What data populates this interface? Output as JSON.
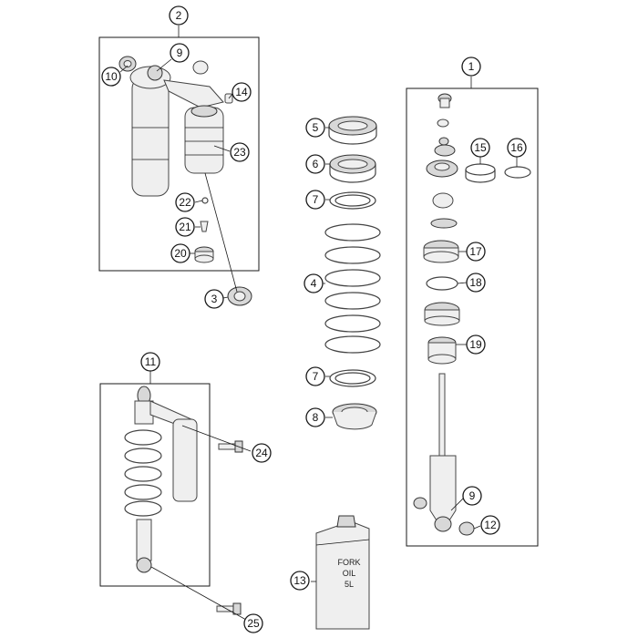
{
  "diagram": {
    "callouts": {
      "c1": "1",
      "c2": "2",
      "c3": "3",
      "c4": "4",
      "c5": "5",
      "c6": "6",
      "c7a": "7",
      "c7b": "7",
      "c8": "8",
      "c9a": "9",
      "c9b": "9",
      "c10": "10",
      "c11": "11",
      "c12": "12",
      "c13": "13",
      "c14": "14",
      "c15": "15",
      "c16": "16",
      "c17": "17",
      "c18": "18",
      "c19": "19",
      "c20": "20",
      "c21": "21",
      "c22": "22",
      "c23": "23",
      "c24": "24",
      "c25": "25"
    },
    "oil_can_label": {
      "line1": "FORK",
      "line2": "OIL",
      "line3": "5L"
    }
  }
}
